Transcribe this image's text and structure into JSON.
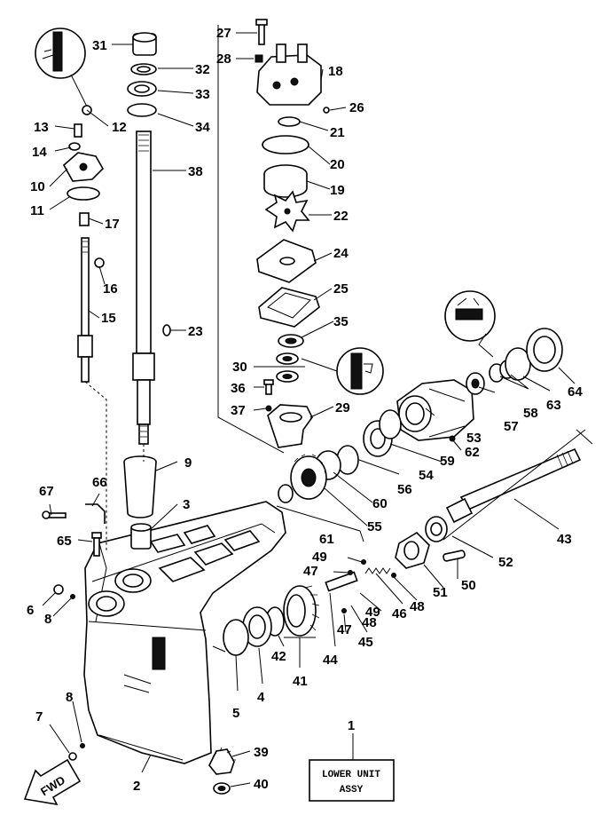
{
  "assembly_box": {
    "line1": "LOWER UNIT",
    "line2": "ASSY",
    "callout": "1"
  },
  "direction_marker": "FWD",
  "parts": [
    {
      "id": "p2",
      "label": "2"
    },
    {
      "id": "p3",
      "label": "3"
    },
    {
      "id": "p4",
      "label": "4"
    },
    {
      "id": "p5",
      "label": "5"
    },
    {
      "id": "p6",
      "label": "6"
    },
    {
      "id": "p7",
      "label": "7"
    },
    {
      "id": "p8a",
      "label": "8"
    },
    {
      "id": "p8b",
      "label": "8"
    },
    {
      "id": "p9",
      "label": "9"
    },
    {
      "id": "p10",
      "label": "10"
    },
    {
      "id": "p11",
      "label": "11"
    },
    {
      "id": "p12",
      "label": "12"
    },
    {
      "id": "p13",
      "label": "13"
    },
    {
      "id": "p14",
      "label": "14"
    },
    {
      "id": "p15",
      "label": "15"
    },
    {
      "id": "p16",
      "label": "16"
    },
    {
      "id": "p17",
      "label": "17"
    },
    {
      "id": "p18",
      "label": "18"
    },
    {
      "id": "p19",
      "label": "19"
    },
    {
      "id": "p20",
      "label": "20"
    },
    {
      "id": "p21",
      "label": "21"
    },
    {
      "id": "p22",
      "label": "22"
    },
    {
      "id": "p23",
      "label": "23"
    },
    {
      "id": "p24",
      "label": "24"
    },
    {
      "id": "p25",
      "label": "25"
    },
    {
      "id": "p26",
      "label": "26"
    },
    {
      "id": "p27",
      "label": "27"
    },
    {
      "id": "p28",
      "label": "28"
    },
    {
      "id": "p29",
      "label": "29"
    },
    {
      "id": "p30",
      "label": "30"
    },
    {
      "id": "p31",
      "label": "31"
    },
    {
      "id": "p32",
      "label": "32"
    },
    {
      "id": "p33",
      "label": "33"
    },
    {
      "id": "p34",
      "label": "34"
    },
    {
      "id": "p35",
      "label": "35"
    },
    {
      "id": "p36",
      "label": "36"
    },
    {
      "id": "p37",
      "label": "37"
    },
    {
      "id": "p38",
      "label": "38"
    },
    {
      "id": "p39",
      "label": "39"
    },
    {
      "id": "p40",
      "label": "40"
    },
    {
      "id": "p41",
      "label": "41"
    },
    {
      "id": "p42",
      "label": "42"
    },
    {
      "id": "p43",
      "label": "43"
    },
    {
      "id": "p44",
      "label": "44"
    },
    {
      "id": "p45",
      "label": "45"
    },
    {
      "id": "p46",
      "label": "46"
    },
    {
      "id": "p47a",
      "label": "47"
    },
    {
      "id": "p47b",
      "label": "47"
    },
    {
      "id": "p48a",
      "label": "48"
    },
    {
      "id": "p48b",
      "label": "48"
    },
    {
      "id": "p49a",
      "label": "49"
    },
    {
      "id": "p49b",
      "label": "49"
    },
    {
      "id": "p50",
      "label": "50"
    },
    {
      "id": "p51",
      "label": "51"
    },
    {
      "id": "p52",
      "label": "52"
    },
    {
      "id": "p53",
      "label": "53"
    },
    {
      "id": "p54",
      "label": "54"
    },
    {
      "id": "p55",
      "label": "55"
    },
    {
      "id": "p56",
      "label": "56"
    },
    {
      "id": "p57",
      "label": "57"
    },
    {
      "id": "p58",
      "label": "58"
    },
    {
      "id": "p59",
      "label": "59"
    },
    {
      "id": "p60",
      "label": "60"
    },
    {
      "id": "p61",
      "label": "61"
    },
    {
      "id": "p62",
      "label": "62"
    },
    {
      "id": "p63",
      "label": "63"
    },
    {
      "id": "p64",
      "label": "64"
    },
    {
      "id": "p65",
      "label": "65"
    },
    {
      "id": "p66",
      "label": "66"
    },
    {
      "id": "p67",
      "label": "67"
    }
  ]
}
